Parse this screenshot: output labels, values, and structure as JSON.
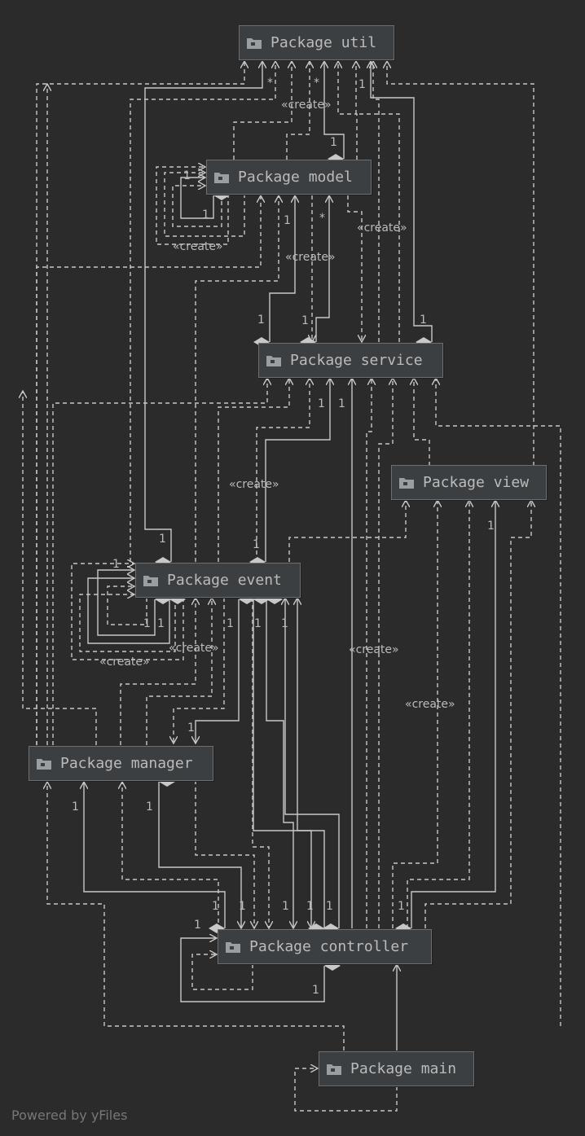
{
  "packages": {
    "util": "Package util",
    "model": "Package model",
    "service": "Package service",
    "view": "Package view",
    "event": "Package event",
    "manager": "Package manager",
    "controller": "Package controller",
    "main": "Package main"
  },
  "labels": {
    "create": "«create»",
    "one": "1",
    "many": "*"
  },
  "footer": "Powered by yFiles",
  "colors": {
    "background": "#2b2b2b",
    "node_fill": "#3c3f41",
    "node_border": "#6e6e6e",
    "edge": "#c8c8c8",
    "text": "#bbbbbb",
    "footer": "#777777"
  },
  "icon": "folder-icon"
}
